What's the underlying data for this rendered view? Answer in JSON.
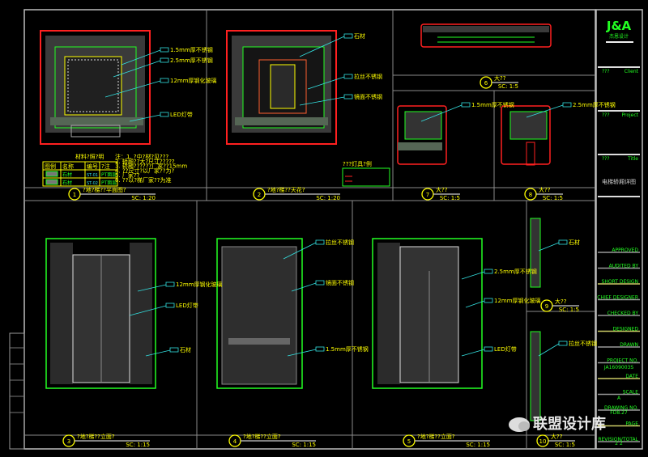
{
  "title_block": {
    "logo": "J&A",
    "logo_sub": "杰恩设计",
    "row_labels": [
      "???",
      "???",
      "???"
    ],
    "row_values": [
      "Client",
      "Project",
      "Title"
    ],
    "drawing_title": "电梯轿厢详图",
    "project_no": "JA1609003S",
    "revision": "A",
    "drawing_no": "FD8.27",
    "sheet": "2 2",
    "fields": [
      "APPROVED",
      "AUDITED BY",
      "SHORT DESIGN",
      "CHIEF DESIGNER",
      "CHECKED BY",
      "DESIGNED",
      "DRAWN",
      "PROJECT NO.",
      "DATE",
      "SCALE",
      "DRAWING NO.",
      "PAGE",
      "REVISION/TOTAL"
    ]
  },
  "views": [
    {
      "num": "1",
      "title": "?地?梯??平面图?",
      "scale": "SC: 1:20"
    },
    {
      "num": "2",
      "title": "?地?梯??天花?",
      "scale": "SC: 1:20"
    },
    {
      "num": "3",
      "title": "?地?梯??立面?",
      "scale": "SC: 1:15"
    },
    {
      "num": "4",
      "title": "?地?梯??立面?",
      "scale": "SC: 1:15"
    },
    {
      "num": "5",
      "title": "?地?梯??立面?",
      "scale": "SC: 1:15"
    },
    {
      "num": "6",
      "title": "大??",
      "scale": "SC: 1:5"
    },
    {
      "num": "7",
      "title": "大??",
      "scale": "SC: 1:5"
    },
    {
      "num": "8",
      "title": "大??",
      "scale": "SC: 1:5"
    },
    {
      "num": "9",
      "title": "大??",
      "scale": "SC: 1:5"
    },
    {
      "num": "10",
      "title": "大??",
      "scale": "SC: 1:5"
    }
  ],
  "material_table": {
    "title": "材料?照?明",
    "headers": [
      "图例",
      "名称",
      "编号",
      "?注"
    ],
    "rows": [
      [
        "",
        "石材",
        "ST-01",
        "PT面层"
      ],
      [
        "",
        "石材",
        "ST-02",
        "PT面层"
      ]
    ]
  },
  "notes": [
    "注：1. ?中?材?见???",
    "2. 轿厢??大?尺寸?????",
    "3. 轿厢??????厂家??15mm",
    "4. ??尺寸?以厂家??为?",
    "5. 厂家??",
    "6. ??以?梯厂家??为准"
  ],
  "legend_table": {
    "title": "???灯具?例"
  },
  "callouts": [
    "1.5mm厚不锈钢",
    "2.5mm厚不锈钢",
    "12mm厚钢化玻璃",
    "LED灯带",
    "石材",
    "拉丝不锈钢",
    "镜面不锈钢"
  ],
  "watermark": "联盟设计库"
}
